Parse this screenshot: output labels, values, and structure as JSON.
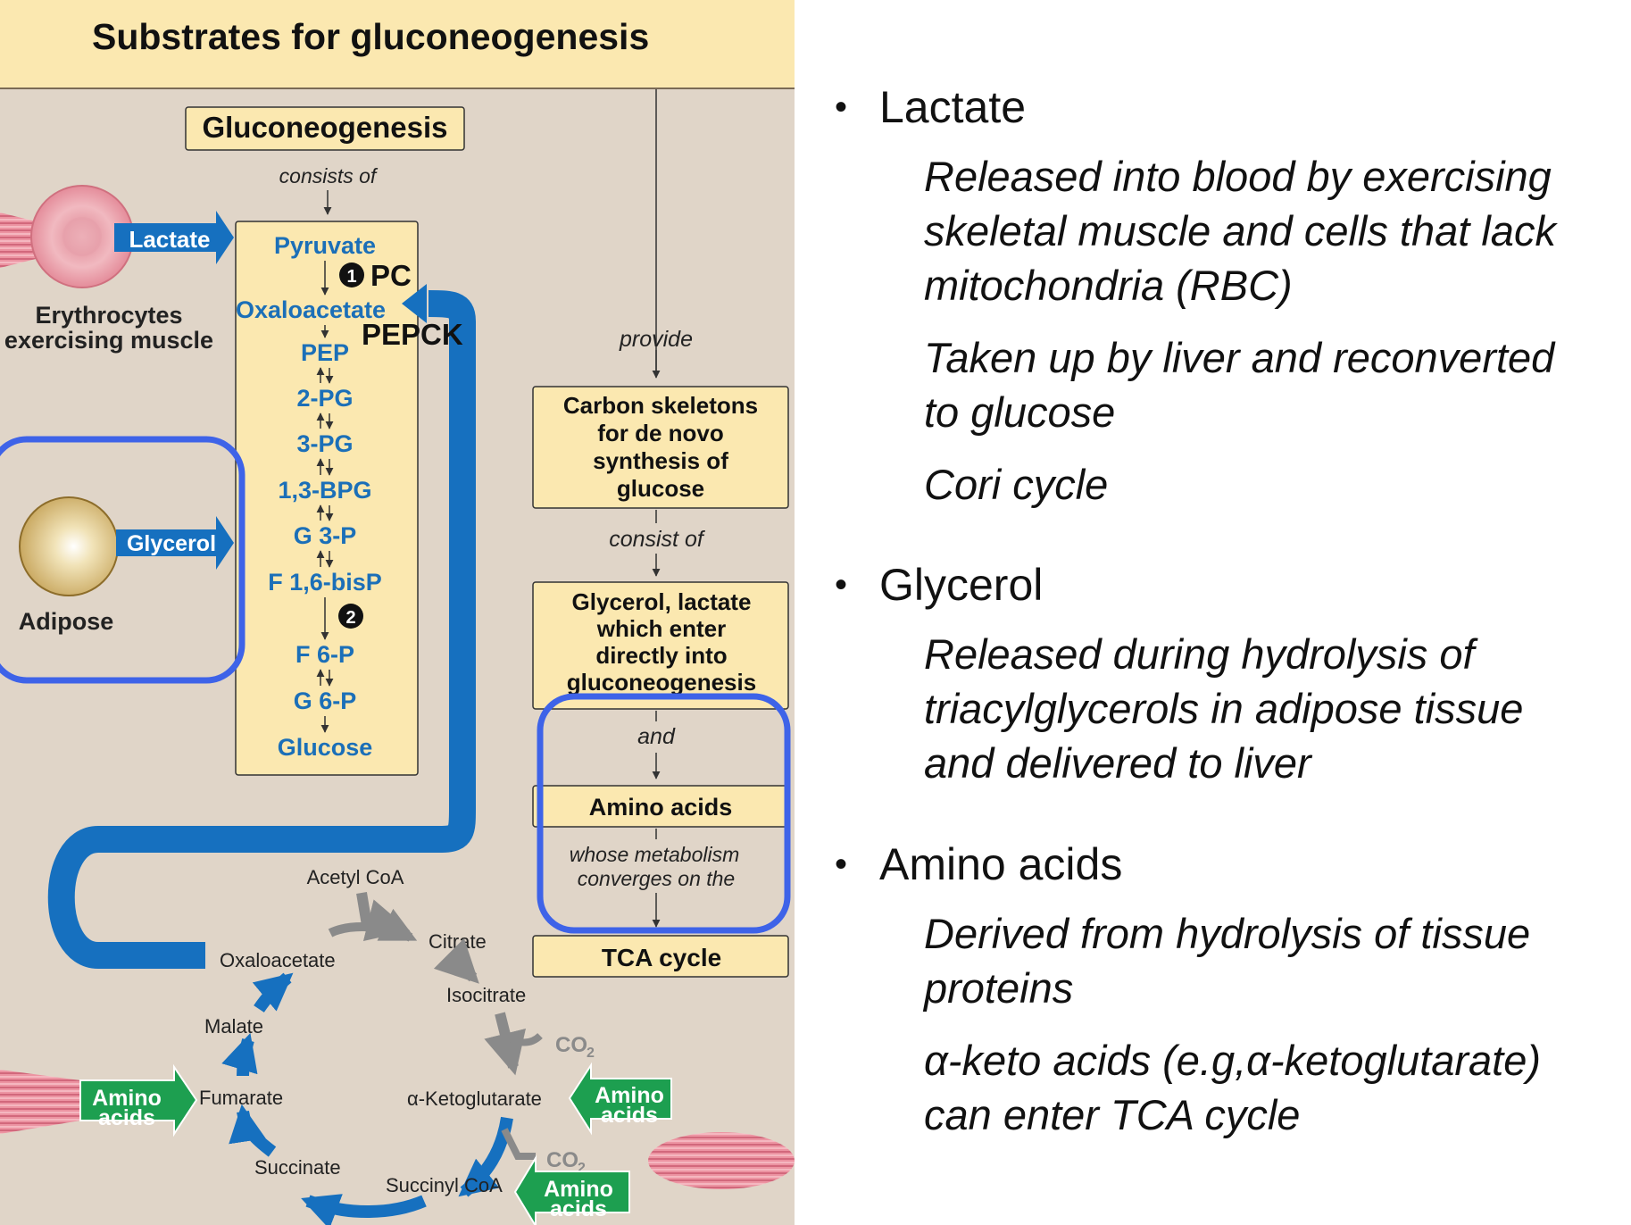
{
  "figure": {
    "title": "Substrates for gluconeogenesis",
    "gluconeogenesis_box": "Gluconeogenesis",
    "consists_of": "consists of",
    "pathway": [
      "Pyruvate",
      "Oxaloacetate",
      "PEP",
      "2-PG",
      "3-PG",
      "1,3-BPG",
      "G 3-P",
      "F 1,6-bisP",
      "F 6-P",
      "G 6-P",
      "Glucose"
    ],
    "step1_number": "1",
    "step1_enzyme": "PC",
    "step2_enzyme": "PEPCK",
    "step3_number": "2",
    "lactate_arrow": "Lactate",
    "erythrocytes_label": [
      "Erythrocytes",
      "exercising muscle"
    ],
    "glycerol_arrow": "Glycerol",
    "adipose_label": "Adipose",
    "provide": "provide",
    "carbon_box": [
      "Carbon skeletons",
      "for de novo",
      "synthesis of",
      "glucose"
    ],
    "consist_of": "consist of",
    "glycerol_box": [
      "Glycerol, lactate",
      "which enter",
      "directly into",
      "gluconeogenesis"
    ],
    "and": "and",
    "amino_acids_box": "Amino acids",
    "whose_metabolism": [
      "whose metabolism",
      "converges on the"
    ],
    "tca_box": "TCA cycle",
    "tca": {
      "acetyl_coa": "Acetyl CoA",
      "citrate": "Citrate",
      "isocitrate": "Isocitrate",
      "alpha_kg": "α-Ketoglutarate",
      "succinyl_coa": "Succinyl CoA",
      "succinate": "Succinate",
      "fumarate": "Fumarate",
      "malate": "Malate",
      "oxaloacetate": "Oxaloacetate",
      "co2": "CO",
      "co2_sub": "2"
    },
    "amino_arrow": [
      "Amino",
      "acids"
    ],
    "colors": {
      "panel_bg": "#e0d5c8",
      "title_bg": "#fbe8b0",
      "box_fill": "#fbe8b0",
      "blue_text": "#1b6fb8",
      "blue_arrow": "#1670bf",
      "green_arrow": "#1d9f50",
      "highlight": "#3e63e8",
      "muscle": "#e07b8e"
    }
  },
  "bullets": [
    {
      "heading": "Lactate",
      "paragraphs": [
        [
          "Released into blood by exercising",
          "skeletal muscle and cells that lack",
          "mitochondria (RBC)"
        ],
        [
          "Taken up by liver and reconverted",
          "to glucose"
        ],
        [
          "Cori cycle"
        ]
      ]
    },
    {
      "heading": "Glycerol",
      "paragraphs": [
        [
          "Released during hydrolysis of",
          "triacylglycerols in adipose tissue",
          "and delivered to liver"
        ]
      ]
    },
    {
      "heading": "Amino acids",
      "paragraphs": [
        [
          "Derived from hydrolysis of tissue",
          "proteins"
        ],
        [
          "α-keto acids (e.g,α-ketoglutarate)",
          "can enter TCA cycle"
        ]
      ]
    }
  ],
  "bullet_symbol": "•"
}
